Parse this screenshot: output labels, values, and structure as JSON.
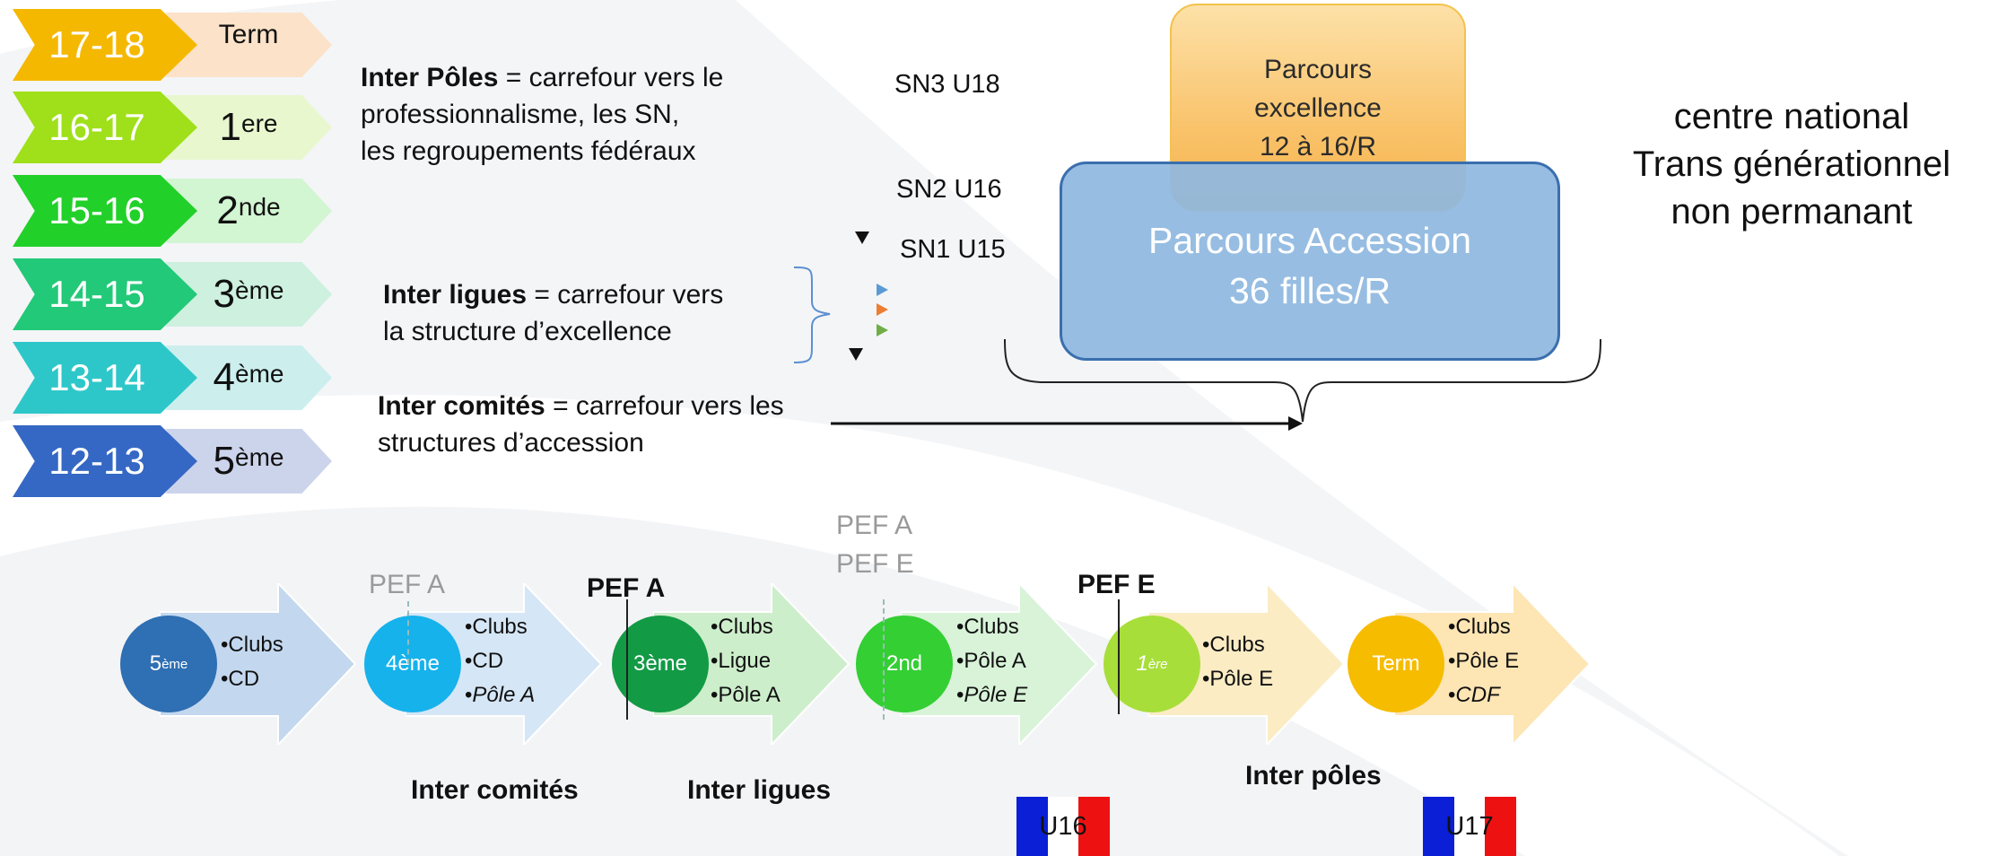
{
  "grades": [
    {
      "age": "17-18",
      "class": "Term",
      "sup": "",
      "age_color": "#f5b800",
      "class_color": "#fbe2c8"
    },
    {
      "age": "16-17",
      "class": "1",
      "sup": "ere",
      "age_color": "#9fe01a",
      "class_color": "#e9f7cf"
    },
    {
      "age": "15-16",
      "class": "2",
      "sup": "nde",
      "age_color": "#22d02a",
      "class_color": "#d2f5d2"
    },
    {
      "age": "14-15",
      "class": "3",
      "sup": "ème",
      "age_color": "#22c978",
      "class_color": "#cdf0df"
    },
    {
      "age": "13-14",
      "class": "4",
      "sup": "ème",
      "age_color": "#2ec7c9",
      "class_color": "#ccefee"
    },
    {
      "age": "12-13",
      "class": "5",
      "sup": "ème",
      "age_color": "#3568c4",
      "class_color": "#ccd4ec"
    }
  ],
  "crossroads": {
    "poles": {
      "bold": "Inter Pôles",
      "rest": " = carrefour vers le",
      "line2": "professionnalisme, les SN,",
      "line3": "les regroupements fédéraux"
    },
    "ligues": {
      "bold": "Inter ligues",
      "rest": " = carrefour vers",
      "line2": "la structure d’excellence"
    },
    "comites": {
      "bold": "Inter comités",
      "rest": " = carrefour vers les",
      "line2": "structures d’accession"
    }
  },
  "sn_labels": [
    "SN3 U18",
    "SN2 U16",
    "SN1 U15"
  ],
  "parcours_excellence": {
    "line1": "Parcours",
    "line2": "excellence",
    "line3": "12 à 16/R"
  },
  "parcours_accession": {
    "line1": "Parcours Accession",
    "line2": "36 filles/R"
  },
  "centre": {
    "line1": "centre national",
    "line2": "Trans générationnel",
    "line3": "non permanant"
  },
  "flow": [
    {
      "circle": "5",
      "circle_sup": "ème",
      "circle_italic": false,
      "items": [
        "Clubs",
        "CD"
      ],
      "italic_items": [],
      "circle_color": "#2f6fb3",
      "arrow_color": "#c3d8ef"
    },
    {
      "circle": "4ème",
      "circle_sup": "",
      "circle_italic": false,
      "items": [
        "Clubs",
        "CD",
        "Pôle A"
      ],
      "italic_items": [
        "Pôle A"
      ],
      "circle_color": "#16b2ec",
      "arrow_color": "#d5e6f6"
    },
    {
      "circle": "3ème",
      "circle_sup": "",
      "circle_italic": false,
      "items": [
        "Clubs",
        "Ligue",
        "Pôle A"
      ],
      "italic_items": [],
      "circle_color": "#129a45",
      "arrow_color": "#cdeecb"
    },
    {
      "circle": "2nd",
      "circle_sup": "",
      "circle_italic": false,
      "items": [
        "Clubs",
        "Pôle A",
        "Pôle E"
      ],
      "italic_items": [
        "Pôle E"
      ],
      "circle_color": "#33cf33",
      "arrow_color": "#d8f3d8"
    },
    {
      "circle": "1",
      "circle_sup": "ère",
      "circle_italic": true,
      "items": [
        "Clubs",
        "Pôle E"
      ],
      "italic_items": [],
      "circle_color": "#a8de3a",
      "arrow_color": "#fbecc4"
    },
    {
      "circle": "Term",
      "circle_sup": "",
      "circle_italic": false,
      "items": [
        "Clubs",
        "Pôle E",
        "CDF"
      ],
      "italic_items": [
        "CDF"
      ],
      "circle_color": "#f6bc00",
      "arrow_color": "#fde5b4"
    }
  ],
  "pef": {
    "grey1": "PEF A",
    "bold1": "PEF A",
    "grey2_line1": "PEF A",
    "grey2_line2": "PEF E",
    "bold2": "PEF E"
  },
  "inter_labels": {
    "comites": "Inter comités",
    "ligues": "Inter ligues",
    "poles": "Inter pôles"
  },
  "flags": [
    {
      "label": "U16",
      "colors": [
        "#0a1fd6",
        "#ffffff",
        "#ee1111"
      ]
    },
    {
      "label": "U17",
      "colors": [
        "#0a1fd6",
        "#ffffff",
        "#ee1111"
      ]
    }
  ],
  "colors": {
    "bullet_blue": "#5b9bd5",
    "bullet_orange": "#ed7d31",
    "bullet_green": "#70ad47"
  }
}
